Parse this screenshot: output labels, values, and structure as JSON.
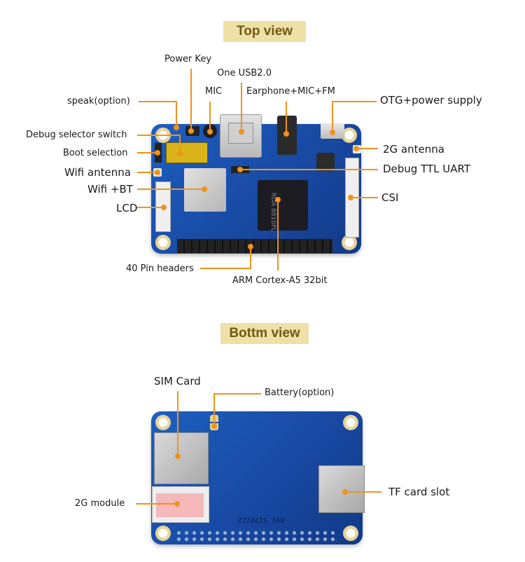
{
  "top_view": {
    "title": "Top view",
    "labels": {
      "power_key": "Power Key",
      "one_usb": "One USB2.0",
      "mic": "MIC",
      "earphone": "Earphone+MIC+FM",
      "speak": "speak(option)",
      "otg": "OTG+power supply",
      "debug_selector": "Debug selector switch",
      "boot_selection": "Boot selection",
      "antenna_2g": "2G antenna",
      "wifi_antenna": "Wifi antenna",
      "debug_uart": "Debug TTL UART",
      "wifi_bt": "Wifi +BT",
      "csi": "CSI",
      "lcd": "LCD",
      "pin_headers": "40 Pin headers",
      "arm": "ARM Cortex-A5 32bit"
    },
    "chip_text": "RDA 8810PL"
  },
  "bottom_view": {
    "title": "Bottm view",
    "labels": {
      "sim_card": "SIM Card",
      "battery": "Battery(option)",
      "module_2g": "2G module",
      "tf_slot": "TF card slot"
    },
    "board_text": "RV1 S170222"
  },
  "colors": {
    "leader": "#f0921e",
    "badge_bg": "#efe0a8",
    "badge_text": "#6e5a12",
    "pcb": "#1a52b0"
  }
}
